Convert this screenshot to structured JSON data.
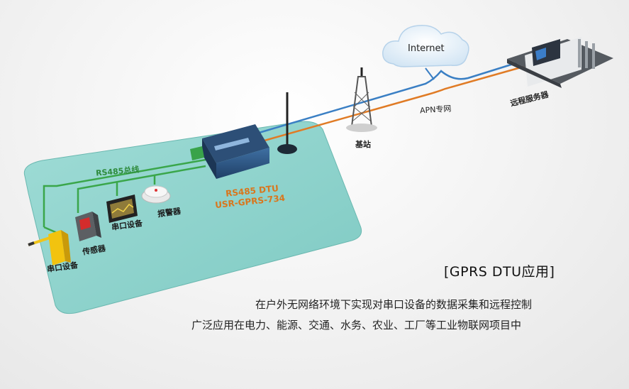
{
  "diagram": {
    "title": "[GPRS DTU应用]",
    "description_lines": [
      "在户外无网络环境下实现对串口设备的数据采集和远程控制",
      "广泛应用在电力、能源、交通、水务、农业、工厂等工业物联网项目中"
    ],
    "labels": {
      "bus": "RS485总线",
      "dtu_line1": "RS485 DTU",
      "dtu_line2": "USR-GPRS-734",
      "internet": "Internet",
      "apn": "APN专网",
      "remote_server": "远程服务器",
      "base_station": "基站",
      "serial_device_a": "串口设备",
      "alarm": "报警器",
      "sensor": "传感器",
      "serial_device_b": "串口设备"
    },
    "colors": {
      "platform": "#8fd3cd",
      "bus_line": "#3aa64a",
      "link_blue": "#3a7fc4",
      "link_orange": "#e07b25",
      "dtu_text": "#d9761c",
      "dtu_body": "#2d5a8c"
    },
    "icons": [
      "cloud-icon",
      "server-room-icon",
      "base-station-tower-icon",
      "dtu-device-icon",
      "antenna-icon",
      "barrier-gate-icon",
      "sensor-icon",
      "monitor-icon",
      "alarm-icon"
    ]
  }
}
